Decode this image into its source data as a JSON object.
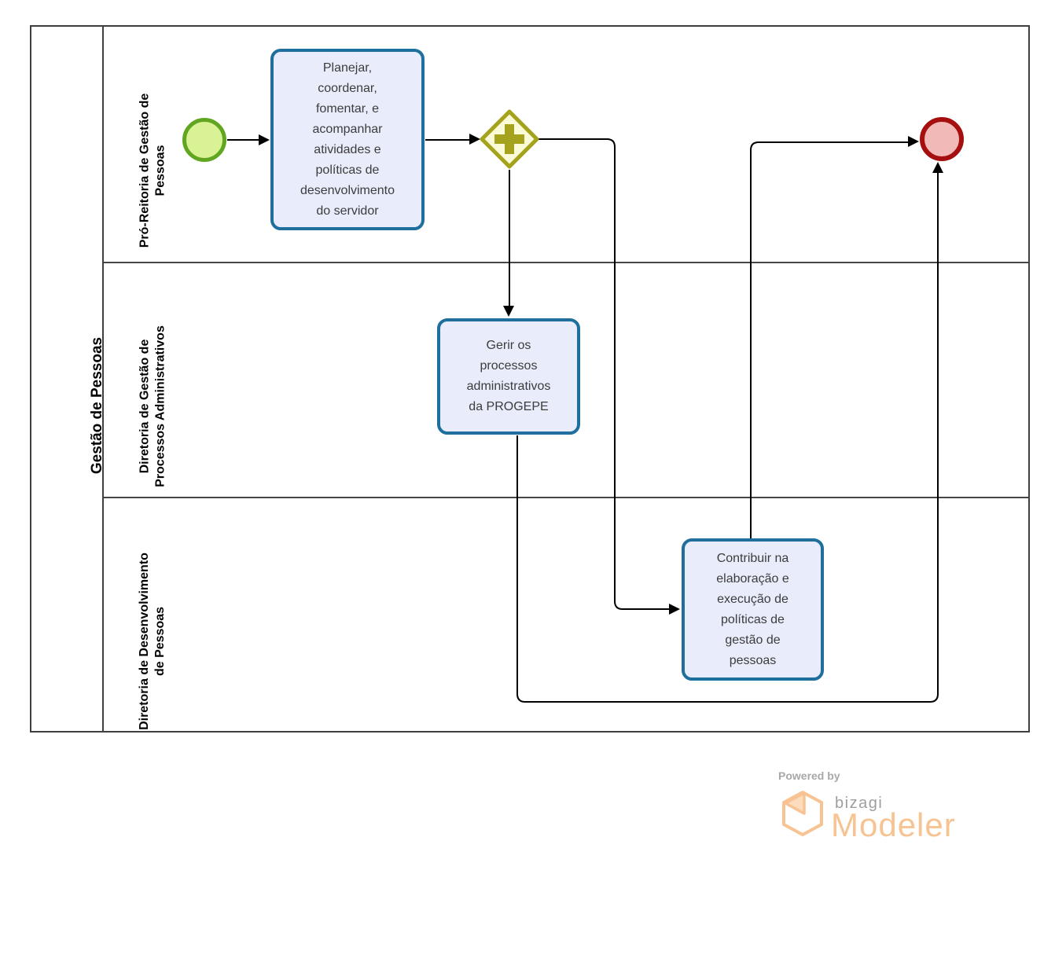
{
  "pool": {
    "title": "Gestão de Pessoas",
    "lanes": [
      {
        "label": "Pró-Reitoria de Gestão de\nPessoas"
      },
      {
        "label": "Diretoria de Gestão de\nProcessos Administrativos"
      },
      {
        "label": "Diretoria de Desenvolvimento\nde Pessoas"
      }
    ]
  },
  "nodes": {
    "start_event": {
      "type": "start-event",
      "border_color": "#61A620",
      "fill_color": "#D8F295"
    },
    "task_planejar": {
      "label": "Planejar,\ncoordenar,\nfomentar, e\nacompanhar\natividades e\npolíticas de\ndesenvolvimento\ndo servidor"
    },
    "parallel_gateway": {
      "type": "parallel-gateway",
      "border_color": "#A5A21D",
      "fill_color": "#FBFBD7"
    },
    "task_gerir": {
      "label": "Gerir os\nprocessos\nadministrativos\nda PROGEPE"
    },
    "task_contribuir": {
      "label": "Contribuir na\nelaboração e\nexecução de\npolíticas de\ngestão de\npessoas"
    },
    "end_event": {
      "type": "end-event",
      "border_color": "#A60F0F",
      "fill_color": "#F2B9B9"
    }
  },
  "style": {
    "task_border": "#1F6F9E",
    "task_fill": "#E9EDFB",
    "pool_border": "#3F3F3F",
    "flow_color": "#000000"
  },
  "branding": {
    "powered_by": "Powered by",
    "brand": "bizagi",
    "product": "Modeler",
    "accent_color": "#F7C392",
    "gray_color": "#9E9E9E"
  }
}
